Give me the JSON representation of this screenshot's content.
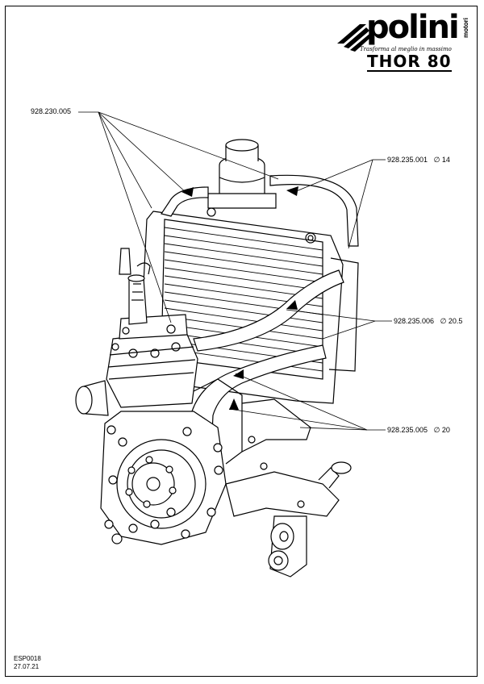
{
  "brand": {
    "name": "polini",
    "subname": "motori",
    "tagline": "Trasforma al meglio in massimo",
    "model": "THOR 80",
    "logo_icon": "polini-stripes-logo"
  },
  "callouts": [
    {
      "id": "c1",
      "code": "928.230.005",
      "size": ""
    },
    {
      "id": "c2",
      "code": "928.235.001",
      "size": "∅ 14"
    },
    {
      "id": "c3",
      "code": "928.235.006",
      "size": "∅ 20.5"
    },
    {
      "id": "c4",
      "code": "928.235.005",
      "size": "∅ 20"
    }
  ],
  "footer": {
    "doc_code": "ESP0018",
    "date": "27.07.21"
  },
  "colors": {
    "ink": "#000000",
    "paper": "#ffffff",
    "shade": "#d9d9d9"
  }
}
